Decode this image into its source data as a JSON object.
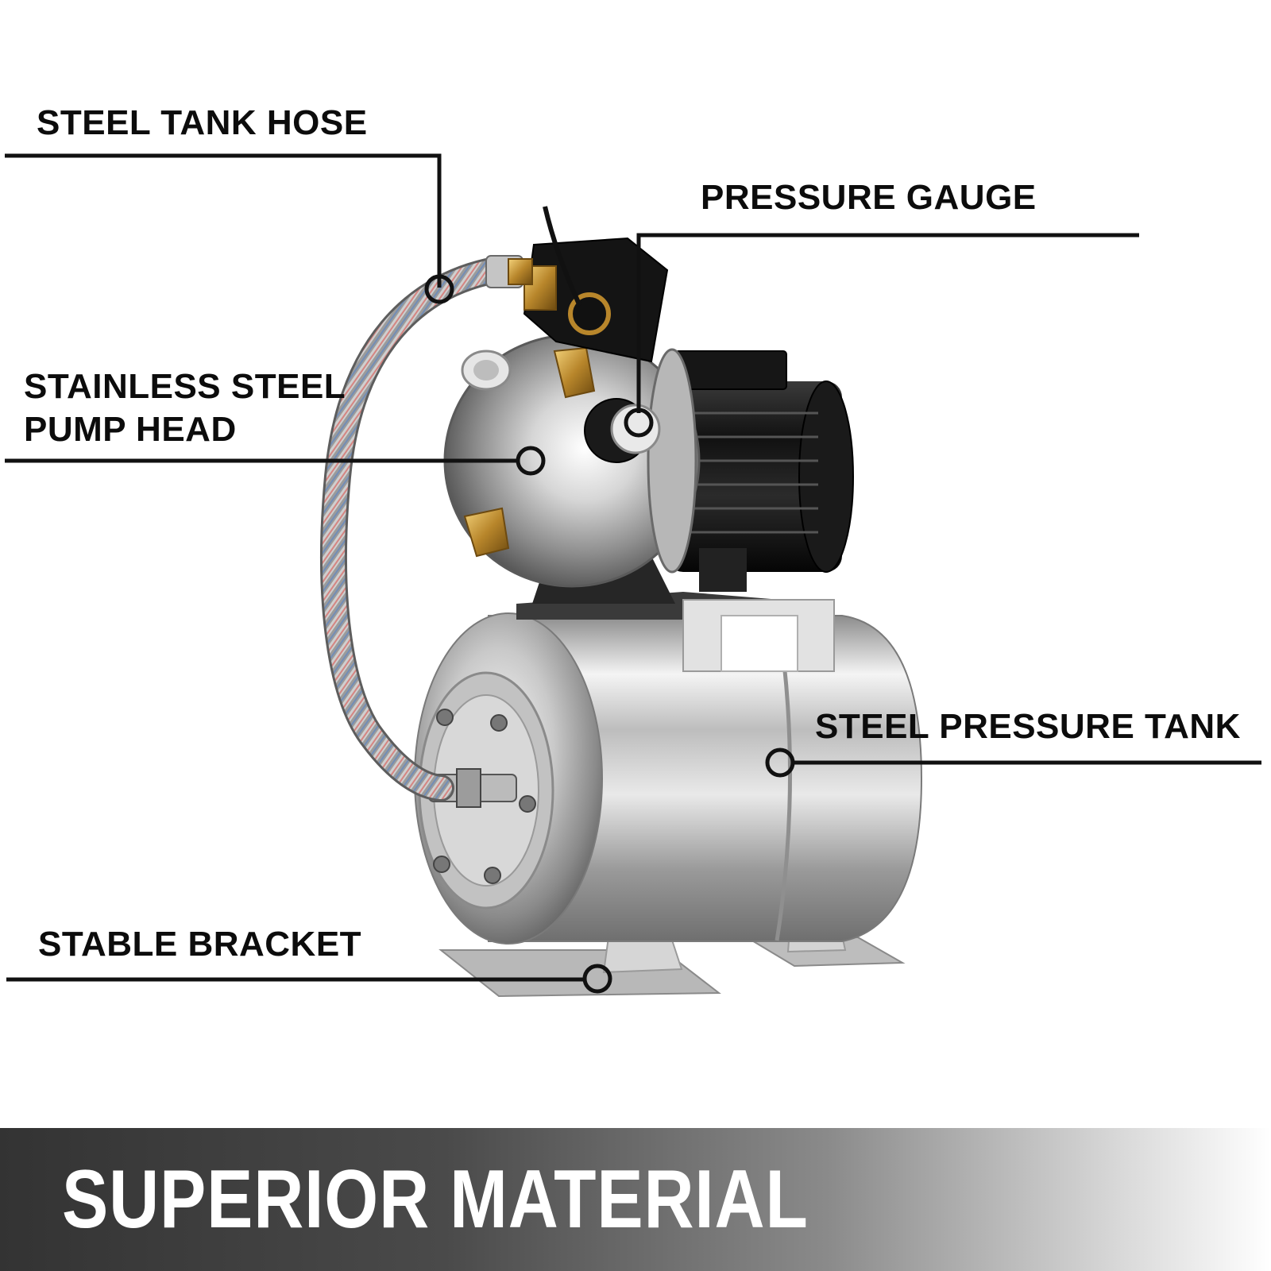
{
  "callouts": {
    "steel_tank_hose": "STEEL TANK HOSE",
    "pressure_gauge": "PRESSURE GAUGE",
    "pump_head_line1": "STAINLESS STEEL",
    "pump_head_line2": "PUMP HEAD",
    "pressure_tank": "STEEL PRESSURE TANK",
    "stable_bracket": "STABLE BRACKET"
  },
  "banner": {
    "title": "SUPERIOR MATERIAL"
  },
  "colors": {
    "label_text": "#0c0c0c",
    "leader_line": "#111111",
    "banner_dark": "#333333",
    "banner_light": "#ffffff",
    "banner_text": "#ffffff"
  }
}
